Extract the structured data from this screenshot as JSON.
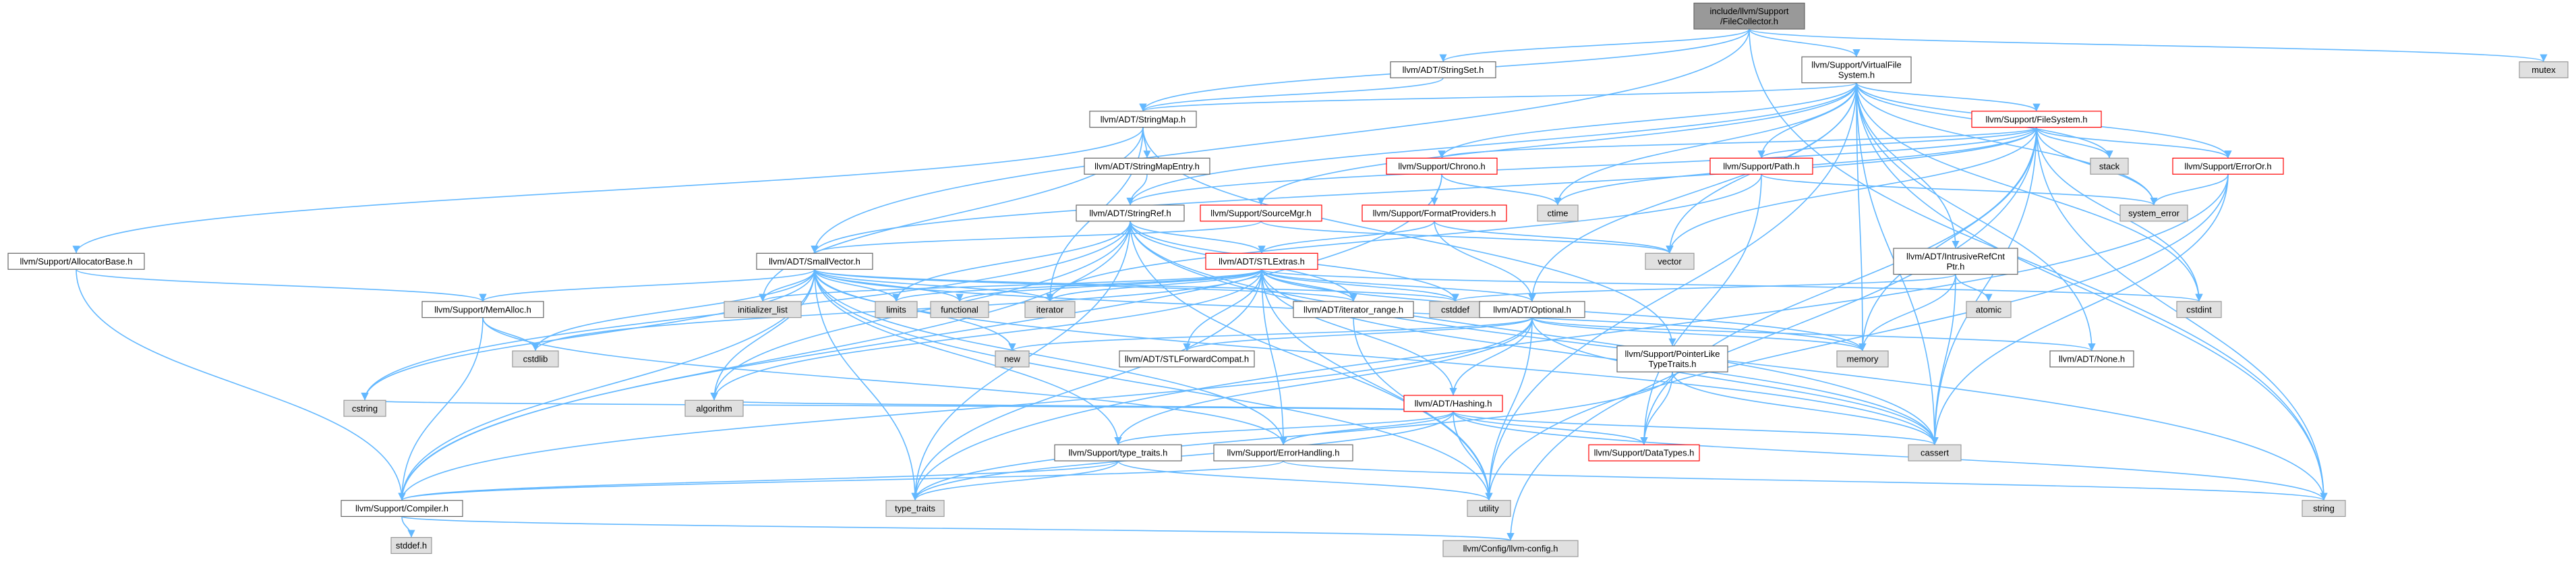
{
  "colors": {
    "edge": "#63b8ff",
    "root_fill": "#999999",
    "root_border": "#666666",
    "node_fill": "#ffffff",
    "node_border": "#666666",
    "external_fill": "#e0e0e0",
    "external_border": "#999999",
    "highlight_border": "#ff0000"
  },
  "nodes": [
    {
      "id": "root",
      "kind": "root",
      "lines": [
        "include/llvm/Support",
        "/FileCollector.h"
      ]
    },
    {
      "id": "stringset",
      "kind": "normal",
      "lines": [
        "llvm/ADT/StringSet.h"
      ]
    },
    {
      "id": "vfs",
      "kind": "normal",
      "lines": [
        "llvm/Support/VirtualFile",
        "System.h"
      ]
    },
    {
      "id": "mutex",
      "kind": "external",
      "lines": [
        "mutex"
      ]
    },
    {
      "id": "stringmap",
      "kind": "normal",
      "lines": [
        "llvm/ADT/StringMap.h"
      ]
    },
    {
      "id": "filesystem",
      "kind": "highlight",
      "lines": [
        "llvm/Support/FileSystem.h"
      ]
    },
    {
      "id": "stringmapentry",
      "kind": "normal",
      "lines": [
        "llvm/ADT/StringMapEntry.h"
      ]
    },
    {
      "id": "chrono",
      "kind": "highlight",
      "lines": [
        "llvm/Support/Chrono.h"
      ]
    },
    {
      "id": "path",
      "kind": "highlight",
      "lines": [
        "llvm/Support/Path.h"
      ]
    },
    {
      "id": "stack",
      "kind": "external",
      "lines": [
        "stack"
      ]
    },
    {
      "id": "erroror",
      "kind": "highlight",
      "lines": [
        "llvm/Support/ErrorOr.h"
      ]
    },
    {
      "id": "stringref",
      "kind": "normal",
      "lines": [
        "llvm/ADT/StringRef.h"
      ]
    },
    {
      "id": "ctime",
      "kind": "external",
      "lines": [
        "ctime"
      ]
    },
    {
      "id": "systemerror",
      "kind": "external",
      "lines": [
        "system_error"
      ]
    },
    {
      "id": "sourcemgr",
      "kind": "highlight",
      "lines": [
        "llvm/Support/SourceMgr.h"
      ]
    },
    {
      "id": "formatproviders",
      "kind": "highlight",
      "lines": [
        "llvm/Support/FormatProviders.h"
      ]
    },
    {
      "id": "vector",
      "kind": "external",
      "lines": [
        "vector"
      ]
    },
    {
      "id": "allocatorbase",
      "kind": "normal",
      "lines": [
        "llvm/Support/AllocatorBase.h"
      ]
    },
    {
      "id": "smallvector",
      "kind": "normal",
      "lines": [
        "llvm/ADT/SmallVector.h"
      ]
    },
    {
      "id": "stlextras",
      "kind": "highlight",
      "lines": [
        "llvm/ADT/STLExtras.h"
      ]
    },
    {
      "id": "intrusiverefcntptr",
      "kind": "normal",
      "lines": [
        "llvm/ADT/IntrusiveRefCnt",
        "Ptr.h"
      ]
    },
    {
      "id": "cstdint",
      "kind": "external",
      "lines": [
        "cstdint"
      ]
    },
    {
      "id": "atomic",
      "kind": "external",
      "lines": [
        "atomic"
      ]
    },
    {
      "id": "memalloc",
      "kind": "normal",
      "lines": [
        "llvm/Support/MemAlloc.h"
      ]
    },
    {
      "id": "initializerlist",
      "kind": "external",
      "lines": [
        "initializer_list"
      ]
    },
    {
      "id": "limits",
      "kind": "external",
      "lines": [
        "limits"
      ]
    },
    {
      "id": "functional",
      "kind": "external",
      "lines": [
        "functional"
      ]
    },
    {
      "id": "iterator",
      "kind": "external",
      "lines": [
        "iterator"
      ]
    },
    {
      "id": "iteratorrange",
      "kind": "normal",
      "lines": [
        "llvm/ADT/iterator_range.h"
      ]
    },
    {
      "id": "cstddef",
      "kind": "external",
      "lines": [
        "cstddef"
      ]
    },
    {
      "id": "optional",
      "kind": "normal",
      "lines": [
        "llvm/ADT/Optional.h"
      ]
    },
    {
      "id": "memory",
      "kind": "external",
      "lines": [
        "memory"
      ]
    },
    {
      "id": "cstdlib",
      "kind": "external",
      "lines": [
        "cstdlib"
      ]
    },
    {
      "id": "new",
      "kind": "external",
      "lines": [
        "new"
      ]
    },
    {
      "id": "stlforwardcompat",
      "kind": "normal",
      "lines": [
        "llvm/ADT/STLForwardCompat.h"
      ]
    },
    {
      "id": "hashing",
      "kind": "highlight",
      "lines": [
        "llvm/ADT/Hashing.h"
      ]
    },
    {
      "id": "pointerliketypetraits",
      "kind": "normal",
      "lines": [
        "llvm/Support/PointerLike",
        "TypeTraits.h"
      ]
    },
    {
      "id": "none",
      "kind": "normal",
      "lines": [
        "llvm/ADT/None.h"
      ]
    },
    {
      "id": "cstring",
      "kind": "external",
      "lines": [
        "cstring"
      ]
    },
    {
      "id": "algorithm",
      "kind": "external",
      "lines": [
        "algorithm"
      ]
    },
    {
      "id": "typetraitsh",
      "kind": "normal",
      "lines": [
        "llvm/Support/type_traits.h"
      ]
    },
    {
      "id": "errorhandling",
      "kind": "normal",
      "lines": [
        "llvm/Support/ErrorHandling.h"
      ]
    },
    {
      "id": "datatypes",
      "kind": "highlight",
      "lines": [
        "llvm/Support/DataTypes.h"
      ]
    },
    {
      "id": "cassert",
      "kind": "external",
      "lines": [
        "cassert"
      ]
    },
    {
      "id": "typetraits",
      "kind": "external",
      "lines": [
        "type_traits"
      ]
    },
    {
      "id": "compiler",
      "kind": "normal",
      "lines": [
        "llvm/Support/Compiler.h"
      ]
    },
    {
      "id": "utility",
      "kind": "external",
      "lines": [
        "utility"
      ]
    },
    {
      "id": "string",
      "kind": "external",
      "lines": [
        "string"
      ]
    },
    {
      "id": "stddef",
      "kind": "external",
      "lines": [
        "stddef.h"
      ]
    },
    {
      "id": "llvmconfig",
      "kind": "external",
      "lines": [
        "llvm/Config/llvm-config.h"
      ]
    }
  ],
  "edges": [
    [
      "root",
      "stringset"
    ],
    [
      "root",
      "vfs"
    ],
    [
      "root",
      "mutex"
    ],
    [
      "root",
      "stringmap"
    ],
    [
      "root",
      "smallvector"
    ],
    [
      "root",
      "string"
    ],
    [
      "stringset",
      "stringmap"
    ],
    [
      "vfs",
      "stringmap"
    ],
    [
      "vfs",
      "filesystem"
    ],
    [
      "vfs",
      "chrono"
    ],
    [
      "vfs",
      "path"
    ],
    [
      "vfs",
      "erroror"
    ],
    [
      "vfs",
      "stringref"
    ],
    [
      "vfs",
      "sourcemgr"
    ],
    [
      "vfs",
      "ctime"
    ],
    [
      "vfs",
      "systemerror"
    ],
    [
      "vfs",
      "vector"
    ],
    [
      "vfs",
      "stack"
    ],
    [
      "vfs",
      "cstdint"
    ],
    [
      "vfs",
      "intrusiverefcntptr"
    ],
    [
      "vfs",
      "optional"
    ],
    [
      "vfs",
      "none"
    ],
    [
      "vfs",
      "memory"
    ],
    [
      "vfs",
      "cassert"
    ],
    [
      "vfs",
      "string"
    ],
    [
      "vfs",
      "utility"
    ],
    [
      "stringmap",
      "stringmapentry"
    ],
    [
      "stringmap",
      "allocatorbase"
    ],
    [
      "stringmap",
      "iterator"
    ],
    [
      "stringmap",
      "initializerlist"
    ],
    [
      "stringmap",
      "pointerliketypetraits"
    ],
    [
      "stringmapentry",
      "stringref"
    ],
    [
      "filesystem",
      "chrono"
    ],
    [
      "filesystem",
      "path"
    ],
    [
      "filesystem",
      "erroror"
    ],
    [
      "filesystem",
      "stack"
    ],
    [
      "filesystem",
      "ctime"
    ],
    [
      "filesystem",
      "systemerror"
    ],
    [
      "filesystem",
      "vector"
    ],
    [
      "filesystem",
      "cstdint"
    ],
    [
      "filesystem",
      "memory"
    ],
    [
      "filesystem",
      "cassert"
    ],
    [
      "filesystem",
      "string"
    ],
    [
      "filesystem",
      "smallvector"
    ],
    [
      "filesystem",
      "stringref"
    ],
    [
      "filesystem",
      "datatypes"
    ],
    [
      "filesystem",
      "llvmconfig"
    ],
    [
      "chrono",
      "ctime"
    ],
    [
      "chrono",
      "formatproviders"
    ],
    [
      "chrono",
      "compiler"
    ],
    [
      "path",
      "iterator"
    ],
    [
      "path",
      "systemerror"
    ],
    [
      "path",
      "datatypes"
    ],
    [
      "erroror",
      "systemerror"
    ],
    [
      "erroror",
      "cassert"
    ],
    [
      "erroror",
      "utility"
    ],
    [
      "erroror",
      "typetraits"
    ],
    [
      "stringref",
      "stlextras"
    ],
    [
      "stringref",
      "iteratorrange"
    ],
    [
      "stringref",
      "compiler"
    ],
    [
      "stringref",
      "cstring"
    ],
    [
      "stringref",
      "string"
    ],
    [
      "stringref",
      "limits"
    ],
    [
      "stringref",
      "cstddef"
    ],
    [
      "stringref",
      "algorithm"
    ],
    [
      "stringref",
      "utility"
    ],
    [
      "stringref",
      "typetraits"
    ],
    [
      "stringref",
      "cassert"
    ],
    [
      "sourcemgr",
      "vector"
    ],
    [
      "sourcemgr",
      "smallvector"
    ],
    [
      "formatproviders",
      "stlextras"
    ],
    [
      "formatproviders",
      "optional"
    ],
    [
      "formatproviders",
      "vector"
    ],
    [
      "allocatorbase",
      "compiler"
    ],
    [
      "allocatorbase",
      "memalloc"
    ],
    [
      "smallvector",
      "compiler"
    ],
    [
      "smallvector",
      "typetraitsh"
    ],
    [
      "smallvector",
      "algorithm"
    ],
    [
      "smallvector",
      "cassert"
    ],
    [
      "smallvector",
      "cstddef"
    ],
    [
      "smallvector",
      "cstdlib"
    ],
    [
      "smallvector",
      "cstring"
    ],
    [
      "smallvector",
      "functional"
    ],
    [
      "smallvector",
      "initializerlist"
    ],
    [
      "smallvector",
      "iterator"
    ],
    [
      "smallvector",
      "limits"
    ],
    [
      "smallvector",
      "memory"
    ],
    [
      "smallvector",
      "new"
    ],
    [
      "smallvector",
      "typetraits"
    ],
    [
      "smallvector",
      "utility"
    ],
    [
      "smallvector",
      "memalloc"
    ],
    [
      "smallvector",
      "iteratorrange"
    ],
    [
      "smallvector",
      "errorhandling"
    ],
    [
      "stlextras",
      "hashing"
    ],
    [
      "stlextras",
      "optional"
    ],
    [
      "stlextras",
      "stlforwardcompat"
    ],
    [
      "stlextras",
      "iteratorrange"
    ],
    [
      "stlextras",
      "errorhandling"
    ],
    [
      "stlextras",
      "algorithm"
    ],
    [
      "stlextras",
      "cassert"
    ],
    [
      "stlextras",
      "cstddef"
    ],
    [
      "stlextras",
      "cstdint"
    ],
    [
      "stlextras",
      "cstdlib"
    ],
    [
      "stlextras",
      "functional"
    ],
    [
      "stlextras",
      "initializerlist"
    ],
    [
      "stlextras",
      "iterator"
    ],
    [
      "stlextras",
      "limits"
    ],
    [
      "stlextras",
      "memory"
    ],
    [
      "stlextras",
      "typetraits"
    ],
    [
      "stlextras",
      "utility"
    ],
    [
      "intrusiverefcntptr",
      "atomic"
    ],
    [
      "intrusiverefcntptr",
      "cassert"
    ],
    [
      "intrusiverefcntptr",
      "memory"
    ],
    [
      "intrusiverefcntptr",
      "cstddef"
    ],
    [
      "memalloc",
      "compiler"
    ],
    [
      "memalloc",
      "errorhandling"
    ],
    [
      "memalloc",
      "cstdlib"
    ],
    [
      "iteratorrange",
      "utility"
    ],
    [
      "optional",
      "hashing"
    ],
    [
      "optional",
      "none"
    ],
    [
      "optional",
      "stlforwardcompat"
    ],
    [
      "optional",
      "compiler"
    ],
    [
      "optional",
      "typetraitsh"
    ],
    [
      "optional",
      "cassert"
    ],
    [
      "optional",
      "memory"
    ],
    [
      "optional",
      "new"
    ],
    [
      "optional",
      "utility"
    ],
    [
      "hashing",
      "datatypes"
    ],
    [
      "hashing",
      "errorhandling"
    ],
    [
      "hashing",
      "typetraitsh"
    ],
    [
      "hashing",
      "algorithm"
    ],
    [
      "hashing",
      "cassert"
    ],
    [
      "hashing",
      "cstring"
    ],
    [
      "hashing",
      "string"
    ],
    [
      "hashing",
      "typetraits"
    ],
    [
      "hashing",
      "utility"
    ],
    [
      "pointerliketypetraits",
      "datatypes"
    ],
    [
      "pointerliketypetraits",
      "cassert"
    ],
    [
      "pointerliketypetraits",
      "typetraits"
    ],
    [
      "typetraitsh",
      "compiler"
    ],
    [
      "typetraitsh",
      "typetraits"
    ],
    [
      "typetraitsh",
      "utility"
    ],
    [
      "errorhandling",
      "compiler"
    ],
    [
      "errorhandling",
      "string"
    ],
    [
      "compiler",
      "llvmconfig"
    ],
    [
      "compiler",
      "stddef"
    ]
  ]
}
